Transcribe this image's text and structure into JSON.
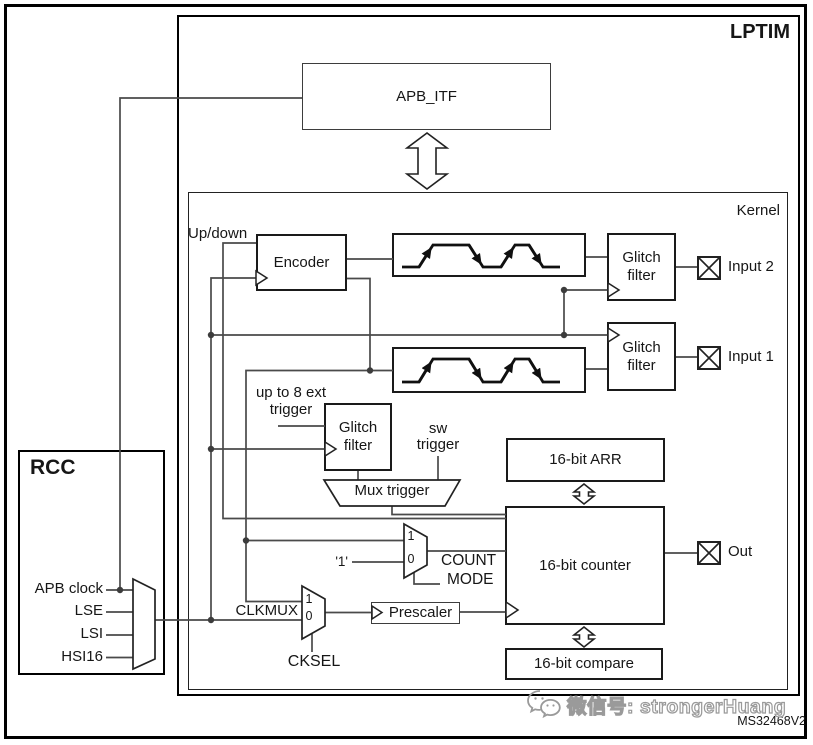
{
  "page": {
    "part_number": "MS32468V2",
    "watermark": "微信号: strongerHuang"
  },
  "lptim": {
    "title": "LPTIM",
    "kernel_title": "Kernel"
  },
  "blocks": {
    "apb_itf": "APB_ITF",
    "encoder": "Encoder",
    "glitch_filter_line1": "Glitch",
    "glitch_filter_line2": "filter",
    "arr": "16-bit ARR",
    "counter": "16-bit counter",
    "compare": "16-bit compare",
    "prescaler": "Prescaler",
    "mux_trigger": "Mux trigger"
  },
  "signals": {
    "up_down": "Up/down",
    "ext_trigger_line1": "up to 8 ext",
    "ext_trigger_line2": "trigger",
    "sw_trigger_line1": "sw",
    "sw_trigger_line2": "trigger",
    "const_one": "'1'",
    "count_mode_line1": "COUNT",
    "count_mode_line2": "MODE",
    "clkmux": "CLKMUX",
    "cksel": "CKSEL",
    "mux_one": "1",
    "mux_zero": "0"
  },
  "rcc": {
    "title": "RCC",
    "clock_inputs": [
      "APB clock",
      "LSE",
      "LSI",
      "HSI16"
    ]
  },
  "pins": {
    "input2": "Input 2",
    "input1": "Input 1",
    "out": "Out"
  }
}
